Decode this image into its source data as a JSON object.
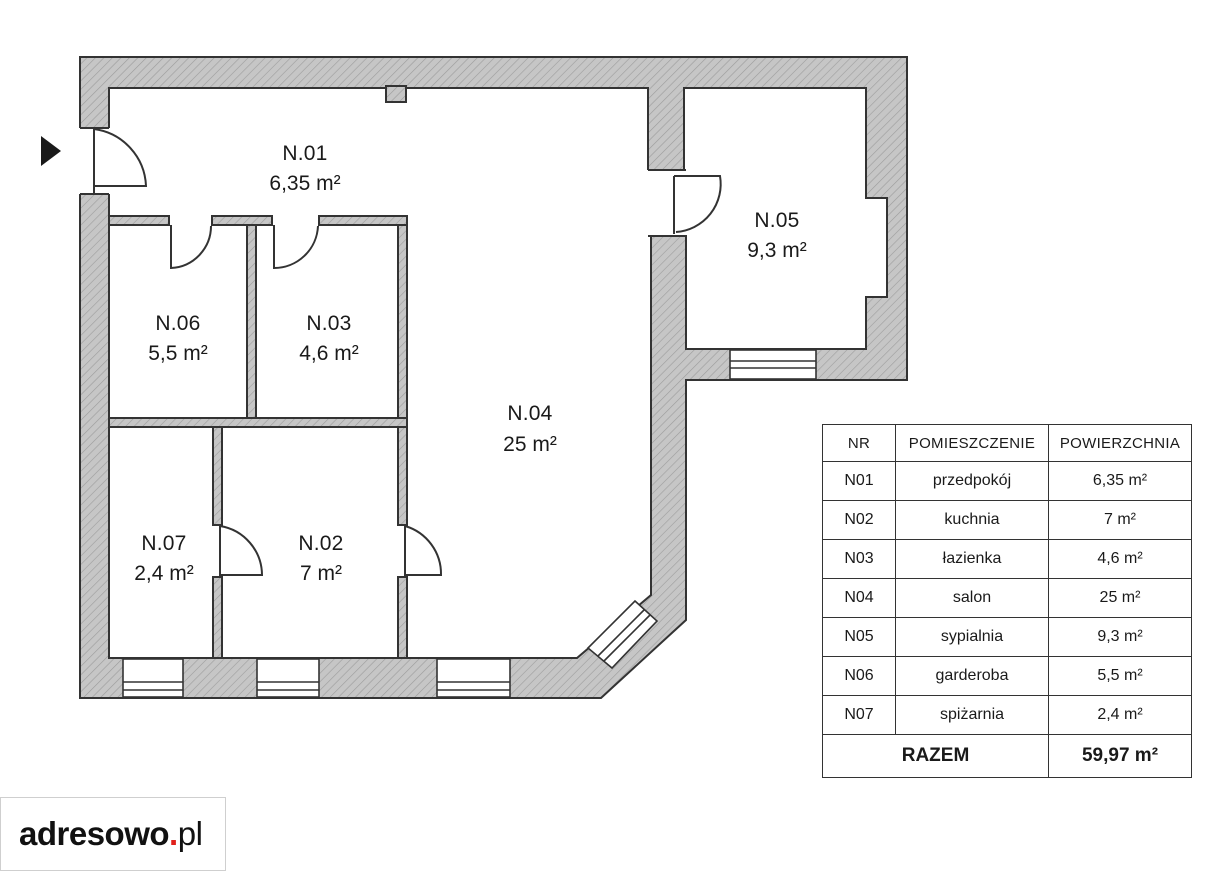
{
  "rooms": [
    {
      "id": "N.01",
      "area": "6,35 m²"
    },
    {
      "id": "N.02",
      "area": "7 m²"
    },
    {
      "id": "N.03",
      "area": "4,6 m²"
    },
    {
      "id": "N.04",
      "area": "25 m²"
    },
    {
      "id": "N.05",
      "area": "9,3 m²"
    },
    {
      "id": "N.06",
      "area": "5,5 m²"
    },
    {
      "id": "N.07",
      "area": "2,4 m²"
    }
  ],
  "table": {
    "headers": [
      "NR",
      "POMIESZCZENIE",
      "POWIERZCHNIA"
    ],
    "rows": [
      {
        "nr": "N01",
        "name": "przedpokój",
        "area": "6,35 m²"
      },
      {
        "nr": "N02",
        "name": "kuchnia",
        "area": "7 m²"
      },
      {
        "nr": "N03",
        "name": "łazienka",
        "area": "4,6 m²"
      },
      {
        "nr": "N04",
        "name": "salon",
        "area": "25 m²"
      },
      {
        "nr": "N05",
        "name": "sypialnia",
        "area": "9,3 m²"
      },
      {
        "nr": "N06",
        "name": "garderoba",
        "area": "5,5 m²"
      },
      {
        "nr": "N07",
        "name": "spiżarnia",
        "area": "2,4 m²"
      }
    ],
    "total_label": "RAZEM",
    "total_value": "59,97 m²"
  },
  "logo": {
    "name": "adresowo",
    "dot": ".",
    "tld": "pl"
  },
  "colors": {
    "wall_fill": "#c8c8c8",
    "wall_stroke": "#333333",
    "text": "#1a1a1a",
    "logo_dot": "#e0201b"
  }
}
